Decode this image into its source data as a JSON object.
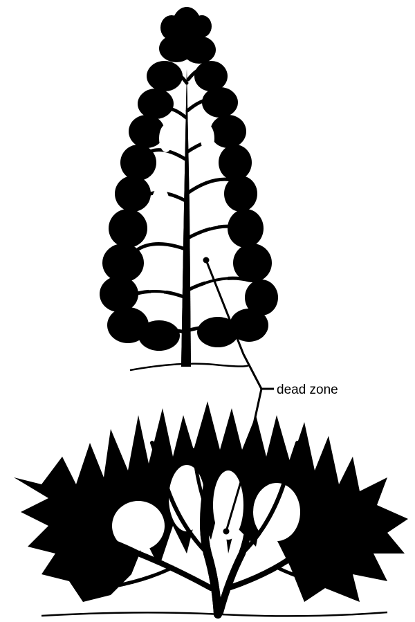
{
  "diagram": {
    "callout": {
      "label": "dead zone"
    },
    "figures": [
      {
        "name": "conical-tree-illustration"
      },
      {
        "name": "spreading-shrub-illustration"
      }
    ],
    "colors": {
      "ink": "#000000",
      "background": "#ffffff"
    }
  }
}
